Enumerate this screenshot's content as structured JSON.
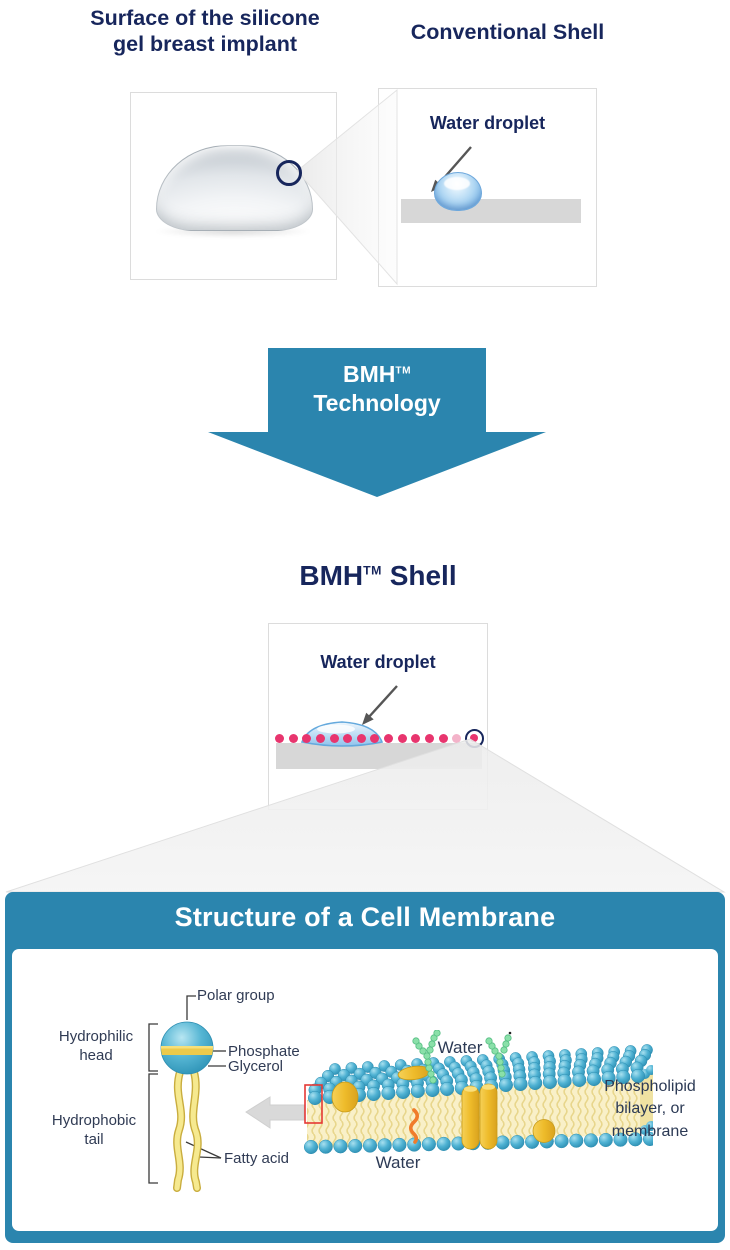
{
  "colors": {
    "navy": "#17265c",
    "teal": "#2b85ae",
    "dot_pink": "#e8356e",
    "dot_pink_faded": "#f3b3c9",
    "droplet_blue": "#9cc9ee",
    "surface_gray": "#d7d7d7",
    "membrane_gold": "#eebb2a",
    "bilayer_blue": "#4fb2d3",
    "tail_yellow": "#f6e98f",
    "highlight_red": "#e53935",
    "green_chain": "#8ae0a9",
    "orange_lipid": "#f07c2a"
  },
  "top": {
    "left_title": "Surface of the silicone\ngel breast implant",
    "right_title": "Conventional Shell",
    "water_droplet_label": "Water droplet"
  },
  "arrow": {
    "brand": "BMH",
    "tm": "TM",
    "word": "Technology"
  },
  "bmh": {
    "brand": "BMH",
    "tm": "TM",
    "rest": " Shell",
    "water_droplet_label": "Water droplet",
    "dots": {
      "regular": 13,
      "faded": 1,
      "circled": 1
    }
  },
  "membrane": {
    "title": "Structure of a Cell Membrane",
    "labels": {
      "polar_group": "Polar group",
      "phosphate": "Phosphate",
      "glycerol": "Glycerol",
      "fatty_acid": "Fatty acid",
      "hydrophilic": "Hydrophilic\nhead",
      "hydrophobic": "Hydrophobic\ntail",
      "water_top": "Water",
      "water_bottom": "Water",
      "bilayer_caption": "Phospholipid\nbilayer, or\nmembrane"
    }
  }
}
